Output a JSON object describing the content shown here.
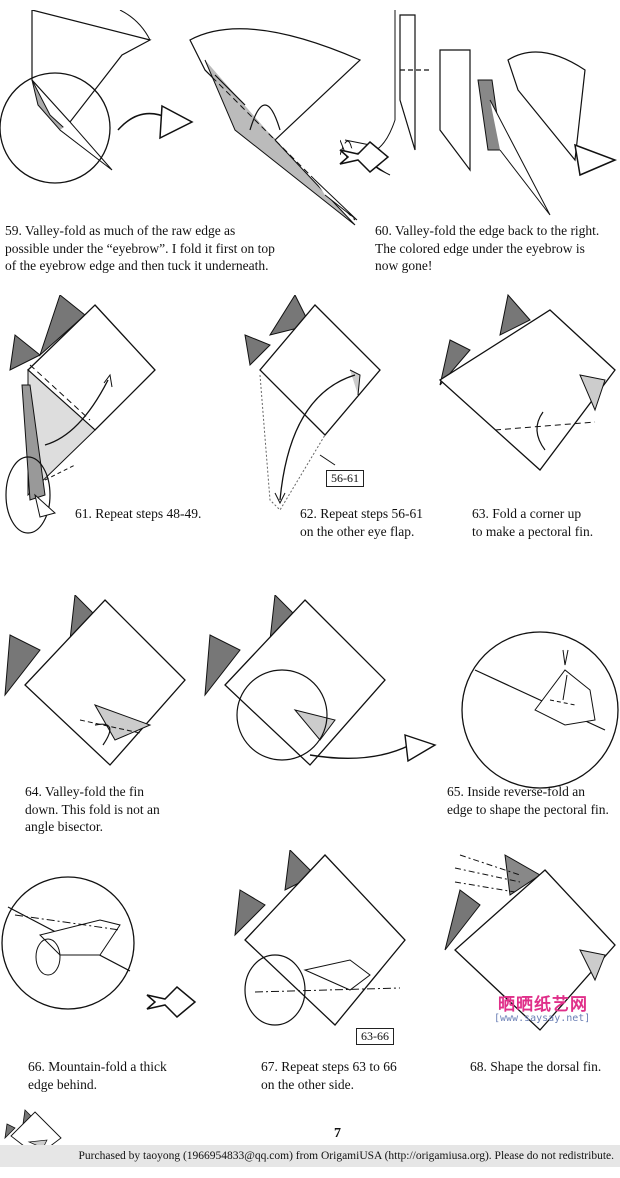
{
  "captions": {
    "s59": "59.   Valley-fold as much of the raw edge as\npossible under the “eyebrow”.  I fold it first on top\nof the eyebrow edge and then tuck it underneath.",
    "s60": "60.  Valley-fold the edge back to the right.\n The colored edge under the eyebrow is\nnow gone!",
    "s61": "61.  Repeat steps 48-49.",
    "s62": "62.  Repeat steps 56-61\non the other eye flap.",
    "s63": "63.  Fold a corner up\nto make a pectoral fin.",
    "s64": "64.   Valley-fold the fin\ndown.  This fold is not an\nangle bisector.",
    "s65": "65.  Inside reverse-fold an\nedge to shape the pectoral fin.",
    "s66": "66.  Mountain-fold a thick\nedge behind.",
    "s67": "67.  Repeat steps 63 to 66\non the other side.",
    "s68": "68.  Shape the dorsal fin."
  },
  "refs": {
    "r62": "56-61",
    "r67": "63-66"
  },
  "page_number": "7",
  "footer": "Purchased by taoyong (1966954833@qq.com) from OrigamiUSA (http://origamiusa.org). Please do not redistribute.",
  "watermark": {
    "title": "晒晒纸艺网",
    "url": "[www.saysay.net]"
  }
}
